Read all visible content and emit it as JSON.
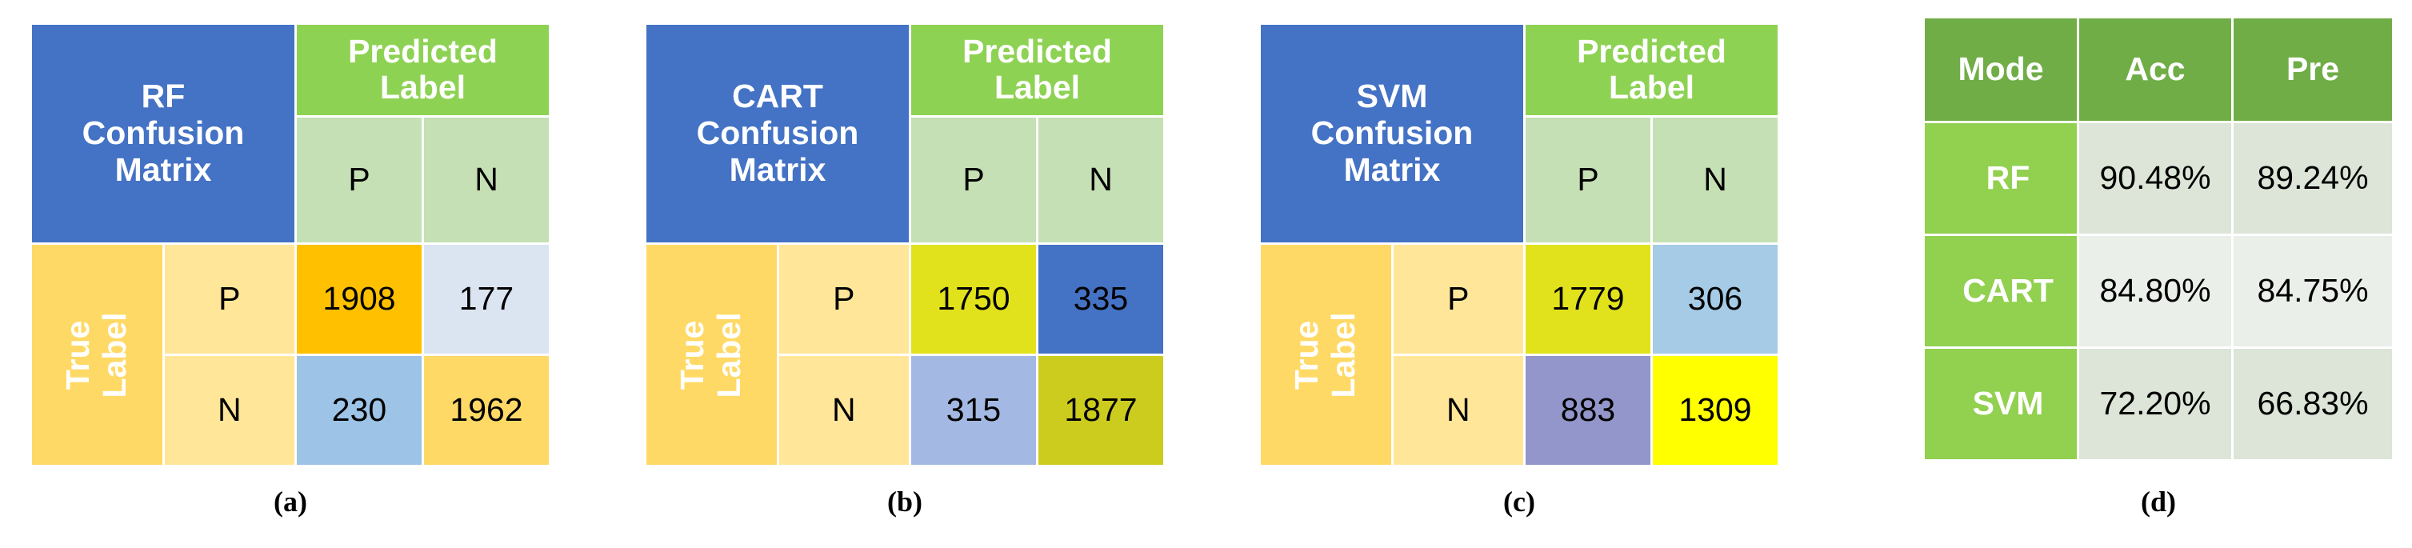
{
  "figure": {
    "panels": [
      {
        "caption": "(a)",
        "title": "RF\nConfusion\nMatrix",
        "title_lines": [
          "RF",
          "Confusion",
          "Matrix"
        ],
        "predicted_label": "Predicted Label",
        "predicted_label_lines": [
          "Predicted",
          "Label"
        ],
        "true_label": "True Label",
        "true_label_lines": [
          "True",
          "Label"
        ],
        "col_headers": [
          "P",
          "N"
        ],
        "row_headers": [
          "P",
          "N"
        ],
        "values": [
          [
            1908,
            177
          ],
          [
            230,
            1962
          ]
        ],
        "cell_colors": [
          [
            "#ffc000",
            "#dbe5f1"
          ],
          [
            "#9dc3e6",
            "#ffd966"
          ]
        ]
      },
      {
        "caption": "(b)",
        "title": "CART\nConfusion\nMatrix",
        "title_lines": [
          "CART",
          "Confusion",
          "Matrix"
        ],
        "predicted_label": "Predicted Label",
        "predicted_label_lines": [
          "Predicted",
          "Label"
        ],
        "true_label": "True Label",
        "true_label_lines": [
          "True",
          "Label"
        ],
        "col_headers": [
          "P",
          "N"
        ],
        "row_headers": [
          "P",
          "N"
        ],
        "values": [
          [
            1750,
            335
          ],
          [
            315,
            1877
          ]
        ],
        "cell_colors": [
          [
            "#e2e21c",
            "#4472c4"
          ],
          [
            "#a3b9e3",
            "#cccc1f"
          ]
        ]
      },
      {
        "caption": "(c)",
        "title": "SVM\nConfusion\nMatrix",
        "title_lines": [
          "SVM",
          "Confusion",
          "Matrix"
        ],
        "predicted_label": "Predicted Label",
        "predicted_label_lines": [
          "Predicted",
          "Label"
        ],
        "true_label": "True Label",
        "true_label_lines": [
          "True",
          "Label"
        ],
        "col_headers": [
          "P",
          "N"
        ],
        "row_headers": [
          "P",
          "N"
        ],
        "values": [
          [
            1779,
            306
          ],
          [
            883,
            1309
          ]
        ],
        "cell_colors": [
          [
            "#e2e21c",
            "#a6cbe7"
          ],
          [
            "#9396ca",
            "#ffff00"
          ]
        ]
      }
    ],
    "metrics_panel": {
      "caption": "(d)",
      "columns": [
        "Mode",
        "Acc",
        "Pre"
      ],
      "rows": [
        {
          "model": "RF",
          "acc": "90.48%",
          "pre": "89.24%"
        },
        {
          "model": "CART",
          "acc": "84.80%",
          "pre": "84.75%"
        },
        {
          "model": "SVM",
          "acc": "72.20%",
          "pre": "66.83%"
        }
      ]
    }
  },
  "chart_data": {
    "type": "table",
    "title": "Confusion matrices and performance metrics for RF, CART and SVM classifiers",
    "confusion_matrices": [
      {
        "name": "RF",
        "caption": "(a)",
        "row_labels": [
          "P",
          "N"
        ],
        "col_labels": [
          "P",
          "N"
        ],
        "row_axis": "True Label",
        "col_axis": "Predicted Label",
        "matrix": [
          [
            1908,
            177
          ],
          [
            230,
            1962
          ]
        ],
        "TP": 1908,
        "FN": 177,
        "FP": 230,
        "TN": 1962
      },
      {
        "name": "CART",
        "caption": "(b)",
        "row_labels": [
          "P",
          "N"
        ],
        "col_labels": [
          "P",
          "N"
        ],
        "row_axis": "True Label",
        "col_axis": "Predicted Label",
        "matrix": [
          [
            1750,
            335
          ],
          [
            315,
            1877
          ]
        ],
        "TP": 1750,
        "FN": 335,
        "FP": 315,
        "TN": 1877
      },
      {
        "name": "SVM",
        "caption": "(c)",
        "row_labels": [
          "P",
          "N"
        ],
        "col_labels": [
          "P",
          "N"
        ],
        "row_axis": "True Label",
        "col_axis": "Predicted Label",
        "matrix": [
          [
            1779,
            306
          ],
          [
            883,
            1309
          ]
        ],
        "TP": 1779,
        "FN": 306,
        "FP": 883,
        "TN": 1309
      }
    ],
    "metrics_table": {
      "caption": "(d)",
      "columns": [
        "Mode",
        "Acc",
        "Pre"
      ],
      "rows": [
        [
          "RF",
          "90.48%",
          "89.24%"
        ],
        [
          "CART",
          "84.80%",
          "84.75%"
        ],
        [
          "SVM",
          "72.20%",
          "66.83%"
        ]
      ]
    },
    "colors": {
      "title_blue": "#4472c4",
      "predicted_green": "#8ed254",
      "pn_header_green": "#c5e0b4",
      "true_label_yellow": "#ffd966",
      "pn_side_yellow": "#ffe699",
      "metrics_head_green": "#70ad47",
      "metrics_model_green": "#92d050"
    }
  }
}
